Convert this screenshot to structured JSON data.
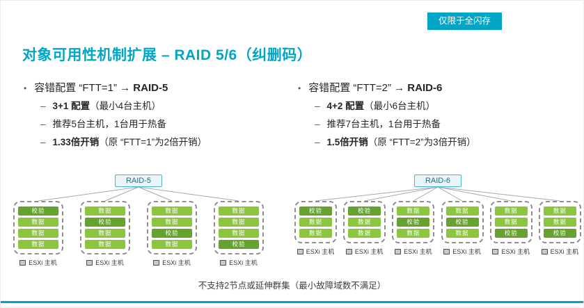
{
  "colors": {
    "accent": "#00a6c7",
    "data_block": "#8cc63f",
    "parity_block": "#66a22e"
  },
  "badge": {
    "label": "仅限于全闪存"
  },
  "title": "对象可用性机制扩展 – RAID 5/6（纠删码）",
  "columns": [
    {
      "heading": {
        "prefix": "容错配置 “FTT=1” → ",
        "bold": "RAID-5"
      },
      "items": [
        {
          "bold": "3+1 配置",
          "rest": "（最小4台主机）"
        },
        {
          "bold": "",
          "rest": "推荐5台主机，1台用于热备"
        },
        {
          "bold": "1.33倍开销",
          "rest": "（原 “FTT=1”为2倍开销）"
        }
      ]
    },
    {
      "heading": {
        "prefix": "容错配置 “FTT=2” → ",
        "bold": "RAID-6"
      },
      "items": [
        {
          "bold": "4+2 配置",
          "rest": "（最小6台主机）"
        },
        {
          "bold": "",
          "rest": "推荐7台主机，1台用于热备"
        },
        {
          "bold": "1.5倍开销",
          "rest": "（原 “FTT=2”为3倍开销）"
        }
      ]
    }
  ],
  "diagrams": [
    {
      "label": "RAID-5",
      "host_label": "ESXi 主机",
      "parity_text": "校验",
      "hosts": [
        [
          "校验",
          "数据",
          "数据",
          "数据"
        ],
        [
          "数据",
          "校验",
          "数据",
          "数据"
        ],
        [
          "数据",
          "数据",
          "校验",
          "数据"
        ],
        [
          "数据",
          "数据",
          "数据",
          "校验"
        ]
      ]
    },
    {
      "label": "RAID-6",
      "host_label": "ESXi 主机",
      "parity_text": "校验",
      "hosts": [
        [
          "校验",
          "数据",
          "数据"
        ],
        [
          "校验",
          "数据",
          "数据"
        ],
        [
          "数据",
          "校验",
          "数据"
        ],
        [
          "数据",
          "校验",
          "数据"
        ],
        [
          "数据",
          "数据",
          "校验"
        ],
        [
          "数据",
          "数据",
          "校验"
        ]
      ]
    }
  ],
  "footnote": "不支持2节点或延伸群集（最小故障域数不满足）"
}
